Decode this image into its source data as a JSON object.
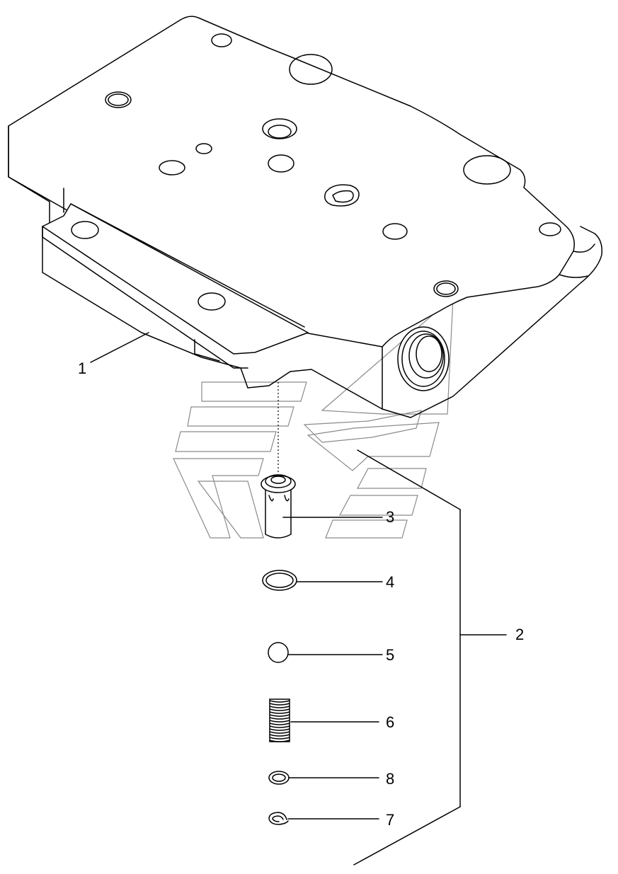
{
  "diagram": {
    "callouts": [
      {
        "id": "1",
        "label": "1"
      },
      {
        "id": "2",
        "label": "2"
      },
      {
        "id": "3",
        "label": "3"
      },
      {
        "id": "4",
        "label": "4"
      },
      {
        "id": "5",
        "label": "5"
      },
      {
        "id": "6",
        "label": "6"
      },
      {
        "id": "8",
        "label": "8"
      },
      {
        "id": "7",
        "label": "7"
      }
    ],
    "colors": {
      "line": "#000000",
      "watermark": "#8a8a8a",
      "background": "#ffffff"
    },
    "watermark": "brand-logo-watermark"
  }
}
